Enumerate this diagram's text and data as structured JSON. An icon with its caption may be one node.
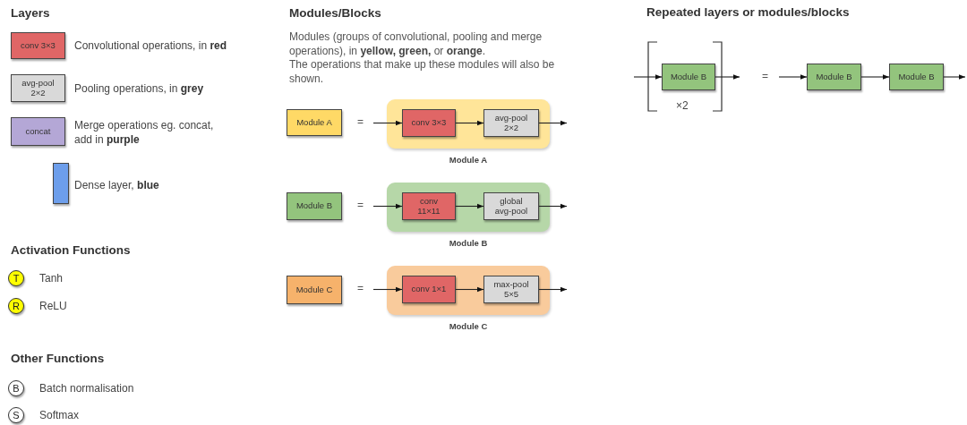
{
  "diagram": {
    "nodes": [
      {
        "text": [
          "conv 3×3"
        ],
        "beside": [
          "Convolutional operations, in **red**"
        ]
      },
      {
        "text": [
          "avg-pool 2×2"
        ],
        "beside": [
          "Pooling operations, in **grey**"
        ]
      },
      {
        "text": [
          "concat"
        ],
        "beside": [
          "Merge operations eg. concat, add in **purple**"
        ]
      },
      {
        "text": [],
        "shape": "bar",
        "beside": [
          "Dense layer, **blue**"
        ]
      },
      {
        "text": [
          "T"
        ],
        "beside": [
          "Tanh"
        ]
      },
      {
        "text": [
          "R"
        ],
        "beside": [
          "ReLU"
        ]
      },
      {
        "text": [
          "B"
        ],
        "beside": [
          "Batch normalisation"
        ]
      },
      {
        "text": [
          "S"
        ],
        "beside": [
          "Softmax"
        ]
      },
      {
        "text": [
          "Module A"
        ]
      },
      {
        "text": [
          "Module A"
        ]
      },
      {
        "text": [
          "conv 3×3"
        ],
        "in": 9
      },
      {
        "text": [
          "avg-pool 2×2"
        ],
        "in": 9
      },
      {
        "text": [
          "Module B"
        ]
      },
      {
        "text": [
          "Module B"
        ]
      },
      {
        "text": [
          "conv 11×11"
        ],
        "in": 13
      },
      {
        "text": [
          "global avg-pool"
        ],
        "in": 13
      },
      {
        "text": [
          "Module C"
        ]
      },
      {
        "text": [
          "Module C"
        ]
      },
      {
        "text": [
          "conv 1×1"
        ],
        "in": 17
      },
      {
        "text": [
          "max-pool 5×5"
        ],
        "in": 17
      },
      {
        "text": [
          "Module B"
        ],
        "beside": [
          "×2"
        ]
      },
      {
        "text": [
          "Module B"
        ]
      },
      {
        "text": [
          "Module B"
        ]
      }
    ],
    "edges": [
      {
        "from": null,
        "to": 10,
        "arrow": "to"
      },
      {
        "from": 10,
        "to": 11,
        "arrow": "to"
      },
      {
        "from": 11,
        "to": null,
        "arrow": "to"
      },
      {
        "from": null,
        "to": 14,
        "arrow": "to"
      },
      {
        "from": 14,
        "to": 15,
        "arrow": "to"
      },
      {
        "from": 15,
        "to": null,
        "arrow": "to"
      },
      {
        "from": null,
        "to": 18,
        "arrow": "to"
      },
      {
        "from": 18,
        "to": 19,
        "arrow": "to"
      },
      {
        "from": 19,
        "to": null,
        "arrow": "to"
      },
      {
        "from": null,
        "to": 20,
        "arrow": "to"
      },
      {
        "from": 20,
        "to": null,
        "arrow": "to"
      },
      {
        "from": null,
        "to": 21,
        "arrow": "to"
      },
      {
        "from": 21,
        "to": 22,
        "arrow": "to"
      },
      {
        "from": 22,
        "to": null,
        "arrow": "to"
      }
    ],
    "labels": [
      "Layers",
      "Modules/Blocks",
      "Repeated layers or modules/blocks",
      "Modules (groups of convolutional, pooling and merge operations), in **yellow, green,** or **orange**.",
      "The operations that make up these modules will also be shown.",
      "=",
      "=",
      "=",
      "=",
      "Activation Functions",
      "Other Functions"
    ]
  }
}
